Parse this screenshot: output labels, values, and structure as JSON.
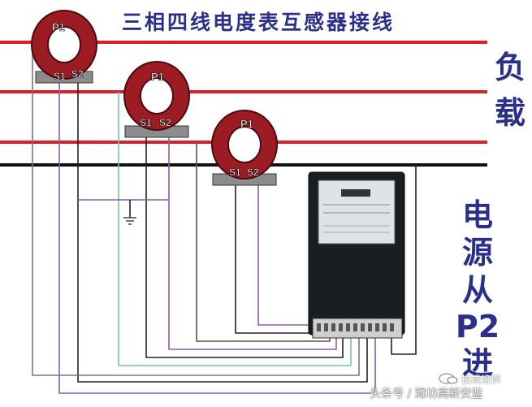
{
  "title": "三相四线电度表互感器接线",
  "load_label": [
    "负",
    "载"
  ],
  "source_label": [
    "电",
    "源",
    "从",
    "P2",
    "进"
  ],
  "ct_labels": {
    "primary": "P1",
    "secondary_1": "S1",
    "secondary_2": "S2"
  },
  "watermark": {
    "main": "头条号 / 潍坊高新安监",
    "secondary": "技成培训"
  },
  "colors": {
    "title": "#2a2f8a",
    "phase_line": "#d8202a",
    "neutral_line": "#111111",
    "ct_body": "#9c1c24",
    "meter_body": "#1a1d22"
  }
}
